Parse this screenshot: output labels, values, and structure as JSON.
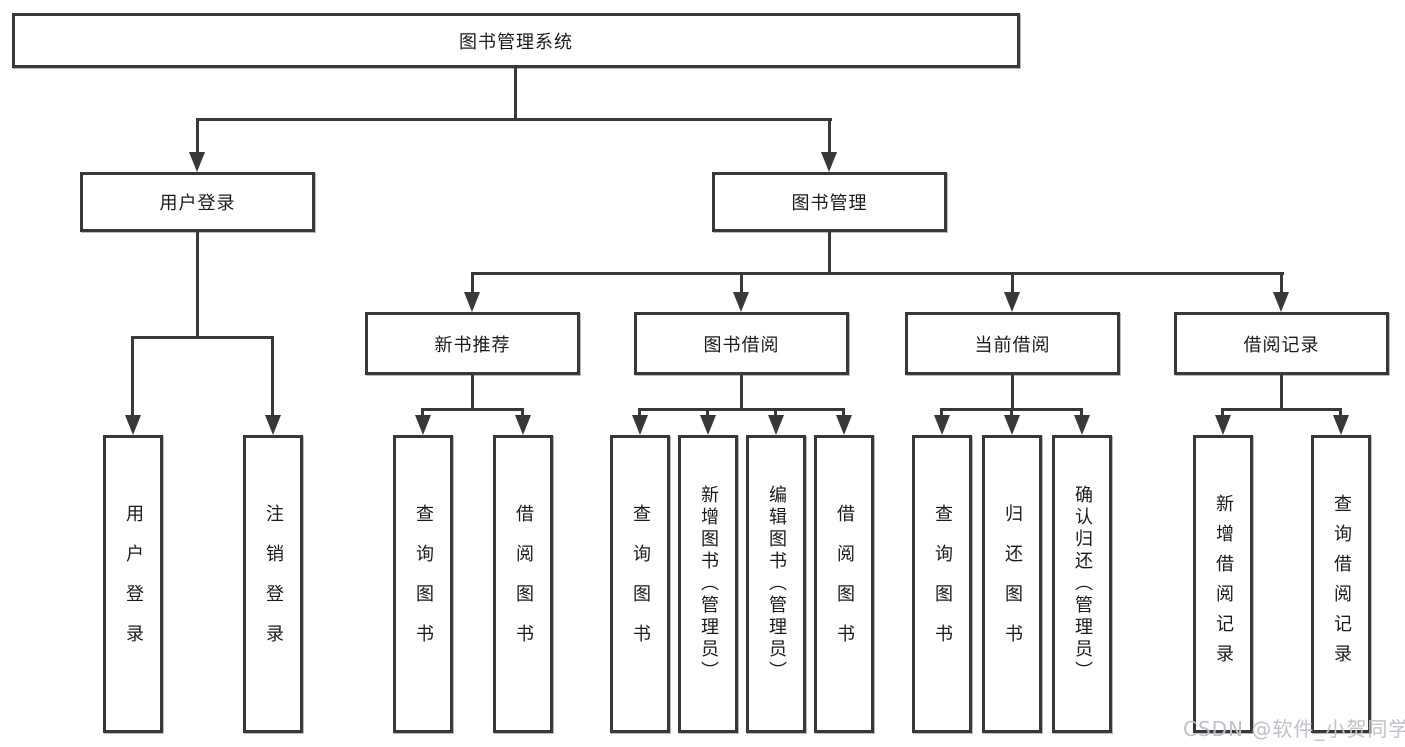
{
  "diagram": {
    "root": "图书管理系统",
    "level2": [
      "用户登录",
      "图书管理"
    ],
    "level3": [
      "新书推荐",
      "图书借阅",
      "当前借阅",
      "借阅记录"
    ],
    "leaves": {
      "g1": [
        "用户登录",
        "注销登录"
      ],
      "g2": [
        "查询图书",
        "借阅图书"
      ],
      "g3": [
        "查询图书",
        "新增图书（管理员）",
        "编辑图书（管理员）",
        "借阅图书"
      ],
      "g4": [
        "查询图书",
        "归还图书",
        "确认归还（管理员）"
      ],
      "g5": [
        "新增借阅记录",
        "查询借阅记录"
      ]
    }
  },
  "watermark": "CSDN @软件_小贺同学",
  "colors": {
    "line": "#383838",
    "text": "#1a1a1a",
    "watermark": "#bfc2ca",
    "background": "#ffffff"
  }
}
